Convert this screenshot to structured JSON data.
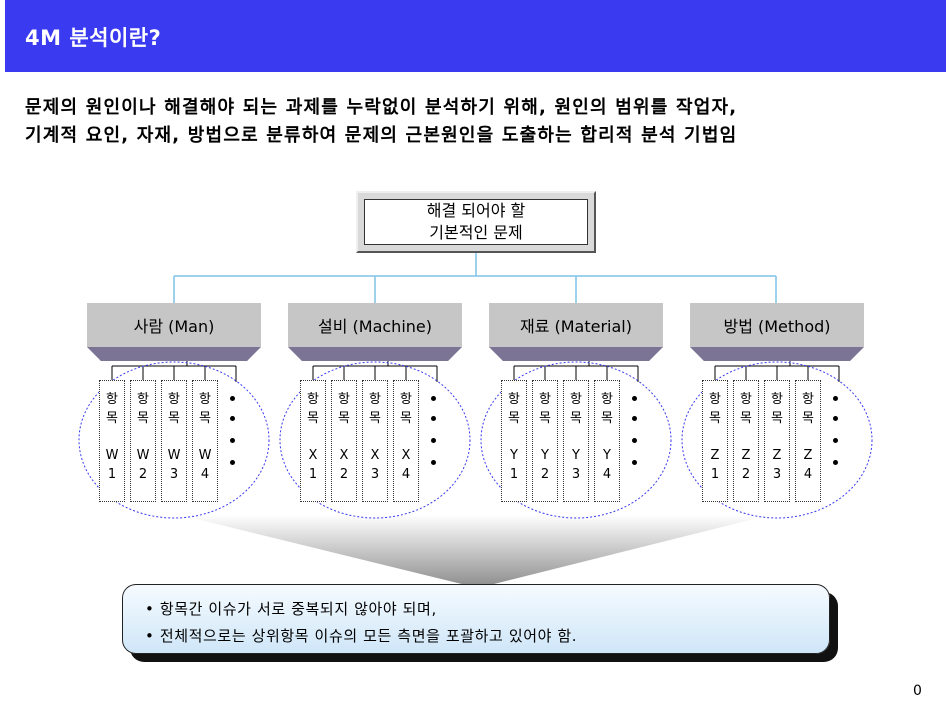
{
  "header": {
    "title": "4M 분석이란?",
    "background": "#3a3af0"
  },
  "description": {
    "line1": "문제의 원인이나 해결해야 되는 과제를 누락없이 분석하기 위해, 원인의 범위를 작업자,",
    "line2": "기계적 요인, 자재, 방법으로 분류하여 문제의 근본원인을 도출하는 합리적 분석 기법임"
  },
  "root": {
    "line1": "해결 되어야 할",
    "line2": "기본적인 문제"
  },
  "categories": [
    {
      "label": "사람 (Man)",
      "items": [
        [
          "항",
          "목",
          "W",
          "1"
        ],
        [
          "항",
          "목",
          "W",
          "2"
        ],
        [
          "항",
          "목",
          "W",
          "3"
        ],
        [
          "항",
          "목",
          "W",
          "4"
        ]
      ]
    },
    {
      "label": "설비 (Machine)",
      "items": [
        [
          "항",
          "목",
          "X",
          "1"
        ],
        [
          "항",
          "목",
          "X",
          "2"
        ],
        [
          "항",
          "목",
          "X",
          "3"
        ],
        [
          "항",
          "목",
          "X",
          "4"
        ]
      ]
    },
    {
      "label": "재료 (Material)",
      "items": [
        [
          "항",
          "목",
          "Y",
          "1"
        ],
        [
          "항",
          "목",
          "Y",
          "2"
        ],
        [
          "항",
          "목",
          "Y",
          "3"
        ],
        [
          "항",
          "목",
          "Y",
          "4"
        ]
      ]
    },
    {
      "label": "방법 (Method)",
      "items": [
        [
          "항",
          "목",
          "Z",
          "1"
        ],
        [
          "항",
          "목",
          "Z",
          "2"
        ],
        [
          "항",
          "목",
          "Z",
          "3"
        ],
        [
          "항",
          "목",
          "Z",
          "4"
        ]
      ]
    }
  ],
  "summary": {
    "line1": "• 항목간 이슈가 서로 중복되지 않아야 되며,",
    "line2": "• 전체적으로는 상위항목 이슈의 모든 측면을 포괄하고 있어야 함."
  },
  "page_number": "0",
  "colors": {
    "connector": "#7ec2e6",
    "ellipse": "#3a3af0",
    "category": "#c6c6c6"
  }
}
